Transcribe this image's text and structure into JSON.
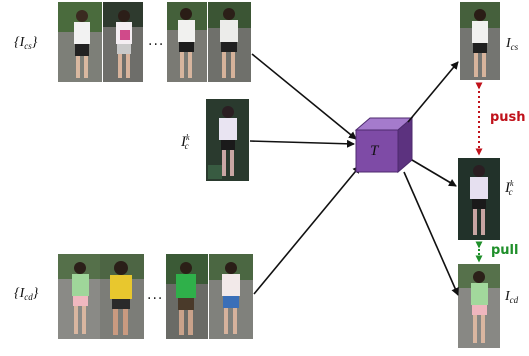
{
  "labels": {
    "ics_set": "{I",
    "ics_sub": "cs",
    "ics_close": "}",
    "icd_set": "{I",
    "icd_sub": "cd",
    "icd_close": "}",
    "ick_base": "I",
    "ick_sup": "k",
    "ick_sub": "c",
    "ics_out": "I",
    "ics_out_sub": "cs",
    "ick_out_base": "I",
    "ick_out_sup": "k",
    "ick_out_sub": "c",
    "icd_out": "I",
    "icd_out_sub": "cd",
    "ellipsis": "...",
    "cube_label": "T"
  },
  "tags": {
    "push": "push",
    "pull": "pull"
  },
  "colors": {
    "push": "#c0121b",
    "pull": "#1f8f2a",
    "cube_front": "#7a4aa0",
    "cube_top": "#9b6cc2",
    "cube_side": "#5a307c",
    "arrow": "#111111"
  }
}
